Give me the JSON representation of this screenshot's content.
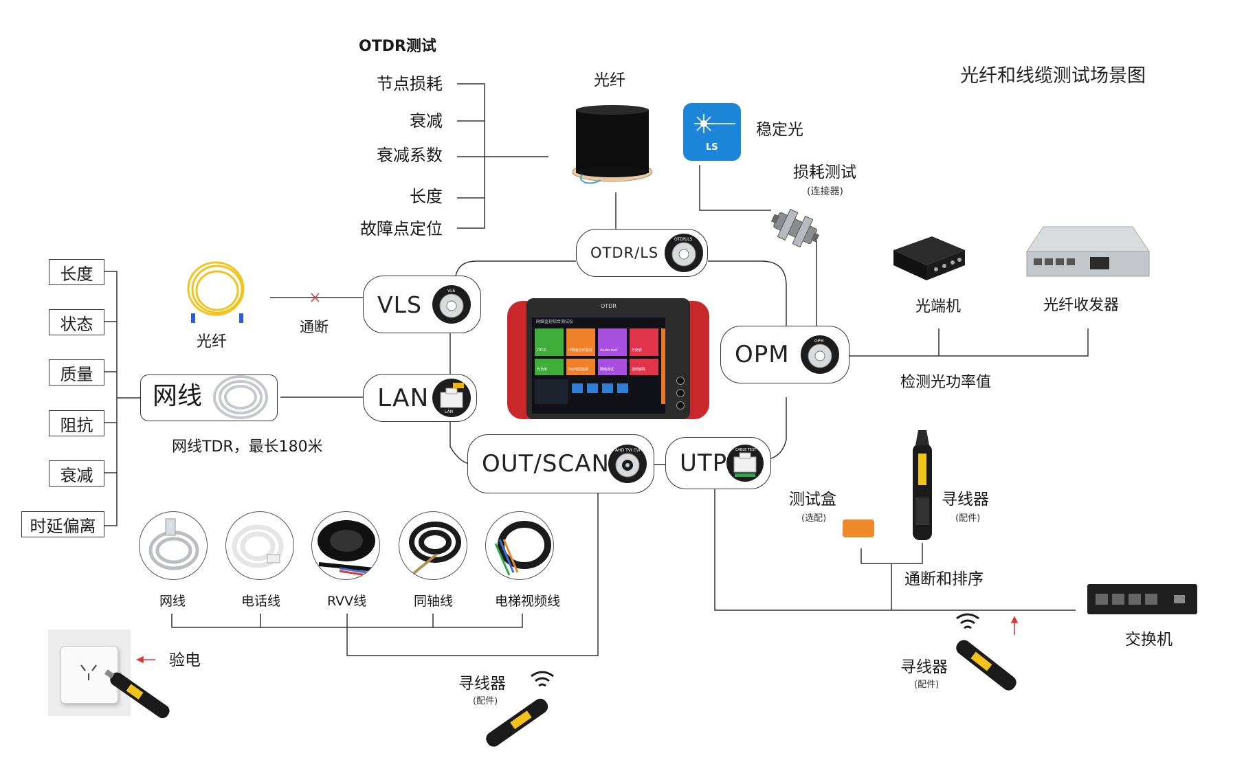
{
  "title": "光纤和线缆测试场景图",
  "otdr": {
    "heading": "OTDR测试",
    "items": [
      "节点损耗",
      "衰减",
      "衰减系数",
      "长度",
      "故障点定位"
    ]
  },
  "fiber_reel_label": "光纤",
  "stable_light": {
    "label": "稳定光",
    "icon_text": "LS"
  },
  "loss_test": {
    "label": "损耗测试",
    "sub": "(连接器)"
  },
  "ports": {
    "otdr_ls": "OTDR/LS",
    "vls": "VLS",
    "lan": "LAN",
    "opm": "OPM",
    "out_scan": "OUT/SCAN",
    "utp": "UTP"
  },
  "port_badges": {
    "otdr": "OTDR/LS",
    "vls": "VLS",
    "lan": "LAN",
    "opm": "OPM",
    "bnc": "AHD TVI CVI",
    "utp": "CABLE TEST"
  },
  "device": {
    "brand": "OTDR",
    "header": "网络监控综合测试仪",
    "tiles": [
      "OTDR",
      "IP网络光纤测试",
      "Audio test",
      "万用表",
      "光功率",
      "PoE电压检测",
      "网络测试",
      "视频解码"
    ]
  },
  "left_params": [
    "长度",
    "状态",
    "质量",
    "阻抗",
    "衰减",
    "时延偏离"
  ],
  "patch_fiber_label": "光纤",
  "continuity_label": "通断",
  "network_cable": {
    "label": "网线",
    "caption": "网线TDR，最长180米"
  },
  "optical_terminal": "光端机",
  "fiber_transceiver": "光纤收发器",
  "opm_caption": "检测光功率值",
  "cables": [
    "网线",
    "电话线",
    "RVV线",
    "同轴线",
    "电梯视频线"
  ],
  "electricity_test": "验电",
  "tracer_bottom": {
    "label": "寻线器",
    "sub": "(配件)"
  },
  "test_box": {
    "label": "测试盒",
    "sub": "(选配)"
  },
  "tracer_right": {
    "label": "寻线器",
    "sub": "(配件)"
  },
  "continuity_order": "通断和排序",
  "switch_label": "交换机",
  "tracer_switch": {
    "label": "寻线器",
    "sub": "(配件)"
  },
  "colors": {
    "device_red": "#c8282a",
    "screen": "#101217",
    "ls_blue": "#1e86d8",
    "red_mark": "#d83a3a"
  }
}
